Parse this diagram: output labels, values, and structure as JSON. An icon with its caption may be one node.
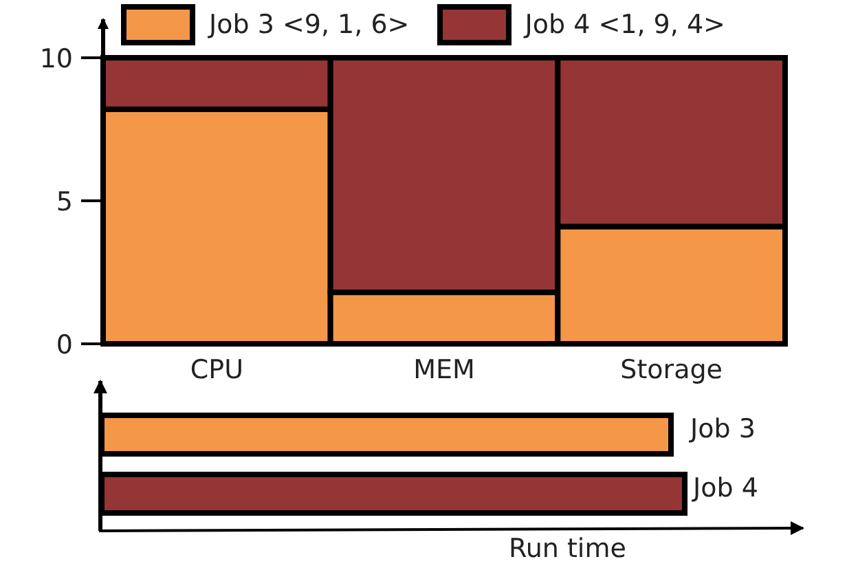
{
  "diagram": {
    "nodes": [
      {
        "text": [],
        "shape": "bar",
        "beside": [
          "Job 3"
        ]
      },
      {
        "text": [],
        "shape": "bar",
        "beside": [
          "Job 4"
        ]
      }
    ],
    "labels": [
      "Run time"
    ],
    "legend": [
      {
        "text": "Job 3 <9, 1, 6>",
        "color": "#f59748"
      },
      {
        "text": "Job 4 <1, 9, 4>",
        "color": "#953535"
      }
    ],
    "chart_data": {
      "type": "bar",
      "stacked": true,
      "categories": [
        "CPU",
        "MEM",
        "Storage"
      ],
      "ylim": [
        0,
        10
      ],
      "yticks": [
        0,
        5,
        10
      ],
      "series": [
        {
          "color": "#f59748",
          "values": [
            8.2,
            1.8,
            4.1
          ]
        },
        {
          "color": "#953535",
          "values": [
            1.8,
            8.2,
            5.9
          ]
        }
      ]
    }
  }
}
